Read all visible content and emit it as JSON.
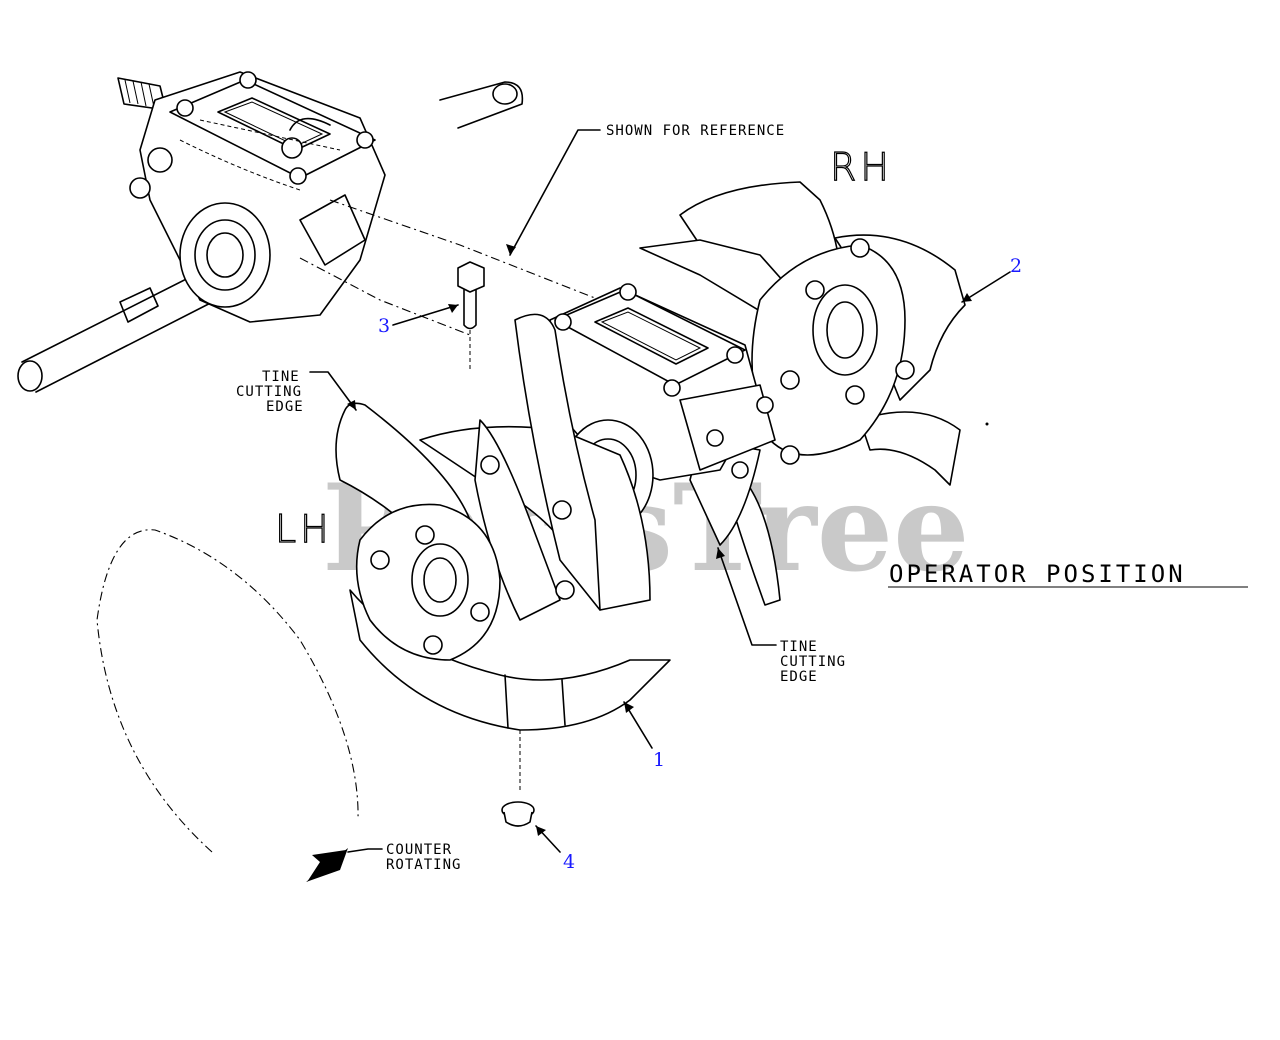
{
  "labels": {
    "shown_for_reference": "SHOWN FOR REFERENCE",
    "rh": "RH",
    "lh": "LH",
    "tine_left": [
      "TINE",
      "CUTTING",
      "EDGE"
    ],
    "tine_right": [
      "TINE",
      "CUTTING",
      "EDGE"
    ],
    "operator_position": "OPERATOR POSITION",
    "counter_rotating": [
      "COUNTER",
      "ROTATING"
    ],
    "watermark": "PartsTree"
  },
  "callouts": [
    {
      "number": "1",
      "part": "tine-left"
    },
    {
      "number": "2",
      "part": "tine-right"
    },
    {
      "number": "3",
      "part": "bolt"
    },
    {
      "number": "4",
      "part": "nut"
    }
  ],
  "colors": {
    "line": "#000000",
    "callout": "#1a1aff",
    "watermark": "#b8b8b8"
  }
}
